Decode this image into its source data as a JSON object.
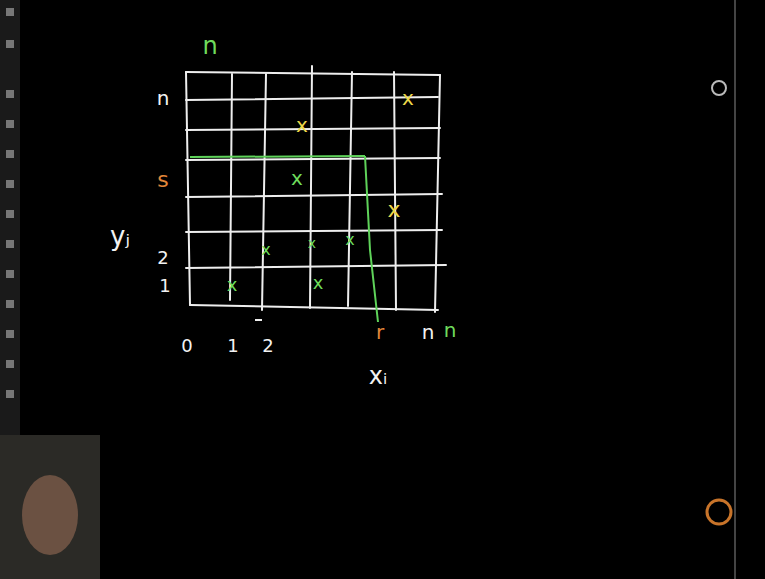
{
  "diagram": {
    "labels": [
      "n",
      "n",
      "s",
      "yⱼ",
      "2",
      "1",
      "0",
      "1",
      "2",
      "r",
      "n",
      "n",
      "xᵢ",
      "x",
      "x",
      "x",
      "x",
      "x",
      "x",
      "x",
      "x",
      "x"
    ]
  }
}
